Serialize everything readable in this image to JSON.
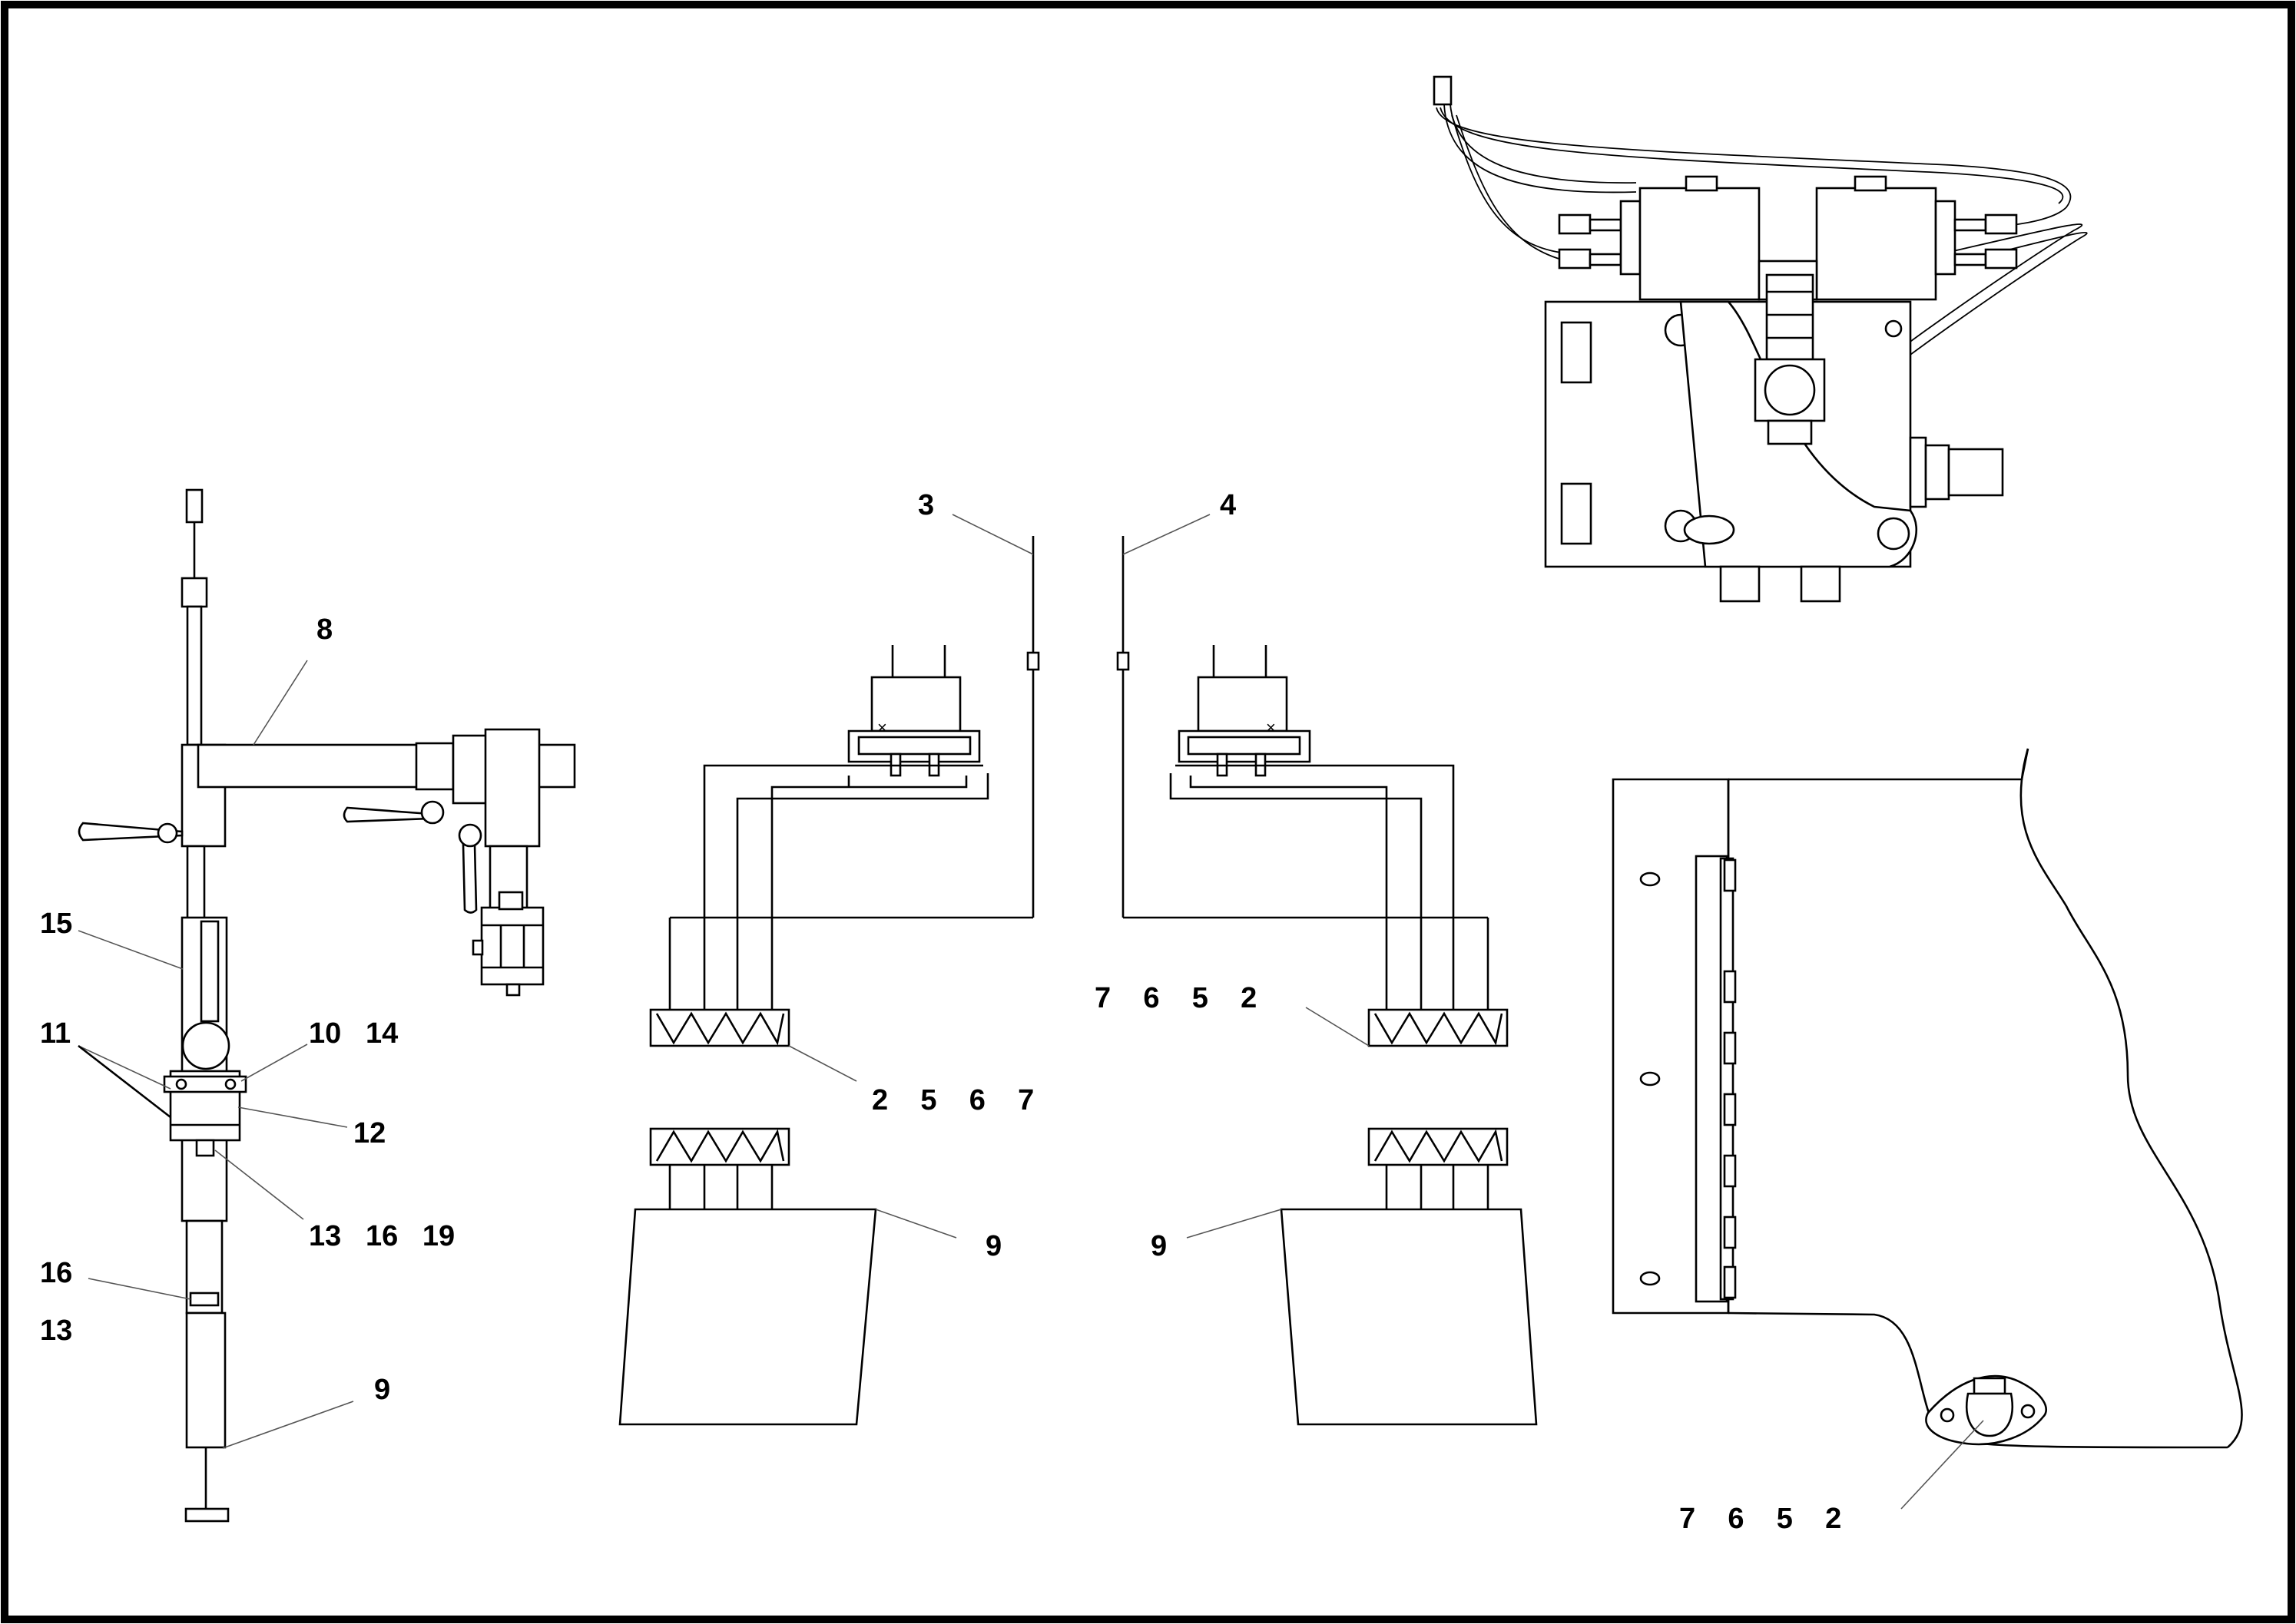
{
  "callouts": {
    "left_8": "8",
    "left_15": "15",
    "left_11": "11",
    "left_10_14": "10   14",
    "left_12": "12",
    "left_13_16_19": "13   16   19",
    "left_16": "16",
    "left_13": "13",
    "left_9": "9",
    "mid_3": "3",
    "mid_4": "4",
    "mid_left_2567": "2    5    6    7",
    "mid_right_7652": "7    6    5    2",
    "mid_left_9": "9",
    "mid_right_9": "9",
    "right_7652": "7    6    5    2"
  }
}
